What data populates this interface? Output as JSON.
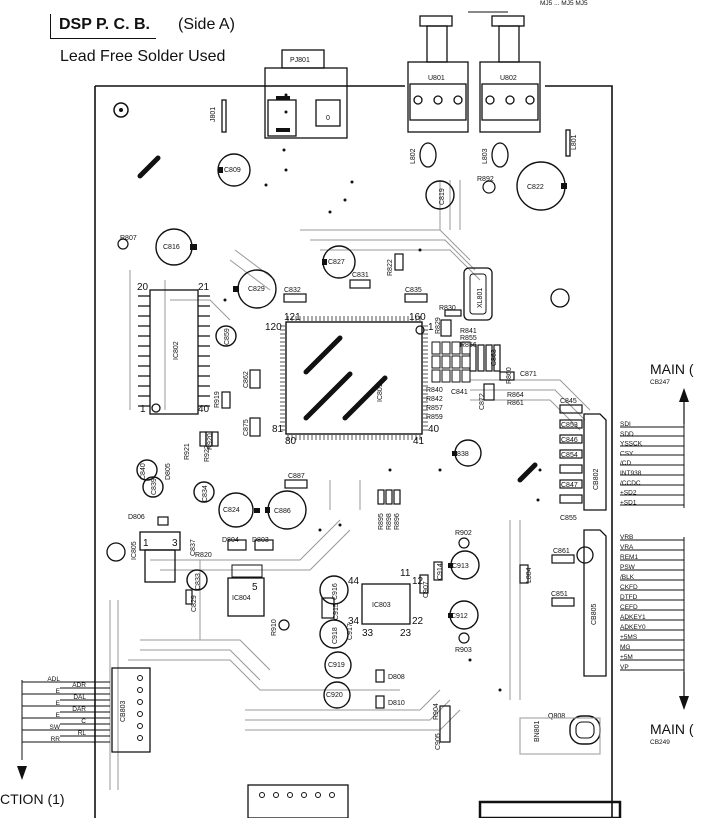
{
  "header": {
    "title": "DSP P. C. B.",
    "side": "(Side A)",
    "subtitle": "Lead Free Solder Used"
  },
  "connectors": {
    "top_right": {
      "main_label": "MAIN (",
      "code": "CB247",
      "signals": [
        "SDI",
        "SDD",
        "YSSCK",
        "CSY",
        "/CD",
        "INT938",
        "/CCDC",
        "+SD2",
        "+SD1"
      ]
    },
    "bottom_right": {
      "main_label": "MAIN (",
      "code": "CB249",
      "signals": [
        "VRB",
        "VRA",
        "REM1",
        "PSW",
        "/BLK",
        "CKFD",
        "DTFD",
        "CEFD",
        "ADKEY1",
        "ADKEY0",
        "+5MS",
        "MG",
        "+5M",
        "VP"
      ]
    },
    "left": {
      "footer": "CTION (1)",
      "left_labels": [
        "ADL",
        "E",
        "E",
        "E",
        "SW",
        "RR"
      ],
      "right_labels": [
        "ADR",
        "DAL",
        "DAR",
        "C",
        "RL"
      ]
    }
  },
  "parts": {
    "pj801": "PJ801",
    "u801": "U801",
    "u802": "U802",
    "j801": "J801",
    "l801": "L801",
    "l802": "L802",
    "l803": "L803",
    "r892": "R892",
    "c809": "C809",
    "c819": "C819",
    "c822": "C822",
    "c816": "C816",
    "r807": "R807",
    "c827": "C827",
    "r822": "R822",
    "c831": "C831",
    "c835": "C835",
    "c829": "C829",
    "c832": "C832",
    "xl801": "XL801",
    "r830": "R830",
    "ic802": "IC802",
    "ic802_pin20": "20",
    "ic802_pin21": "21",
    "ic802_pin1": "1",
    "ic802_pin40": "40",
    "ic801": "IC801",
    "ic801_pin121": "121",
    "ic801_pin160": "160",
    "ic801_pin120": "120",
    "ic801_pin1": "1",
    "ic801_pin81": "81",
    "ic801_pin80": "80",
    "ic801_pin41": "41",
    "ic801_pin40": "40",
    "c859": "C859",
    "c862": "C862",
    "c875": "C875",
    "r919": "R919",
    "r920": "R920",
    "r921": "R921",
    "r922": "R922",
    "r841": "R841",
    "r855": "R855",
    "r856": "R856",
    "c863": "C863",
    "r829": "R829",
    "r840": "R840",
    "r842": "R842",
    "r857": "R857",
    "r859": "R859",
    "c841": "C841",
    "c872": "C872",
    "r860": "R860",
    "r864": "R864",
    "r861": "R861",
    "c871": "C871",
    "c838": "C838",
    "c845": "C845",
    "c853": "C853",
    "c846": "C846",
    "c854": "C854",
    "c847": "C847",
    "c855": "C855",
    "cb802": "CB802",
    "c887": "C887",
    "c824": "C824",
    "c886": "C886",
    "r895": "R895",
    "r898": "R898",
    "r896": "R896",
    "d805": "D805",
    "c840": "C840",
    "c839": "C839",
    "d806": "D806",
    "c834": "C834",
    "c837": "C837",
    "ic805": "IC805",
    "ic805_pin1": "1",
    "ic805_pin3": "3",
    "r820": "R820",
    "d804": "D804",
    "d803": "D803",
    "c833": "C833",
    "c829b": "C829",
    "ic804": "IC804",
    "ic804_pin5": "5",
    "r902": "R902",
    "c913": "C913",
    "c914": "C914",
    "c907": "C907",
    "c912": "C912",
    "r903": "R903",
    "ic803": "IC803",
    "ic803_pin44": "44",
    "ic803_pin11": "11",
    "ic803_pin12": "12",
    "ic803_pin34": "34",
    "ic803_pin33": "33",
    "ic803_pin23": "23",
    "ic803_pin22": "22",
    "c915": "C915",
    "c917": "C917",
    "r910": "R910",
    "c916": "C916",
    "c918": "C918",
    "c919": "C919",
    "c920": "C920",
    "d808": "D808",
    "d810": "D810",
    "c905": "C905",
    "r904": "R904",
    "c861": "C861",
    "c851": "C851",
    "cb805": "CB805",
    "l804": "L804",
    "q808": "Q808",
    "bn801": "BN801",
    "cb803": "CB803"
  },
  "topright_fragment": "MJ5 ... MJ5 MJ5"
}
